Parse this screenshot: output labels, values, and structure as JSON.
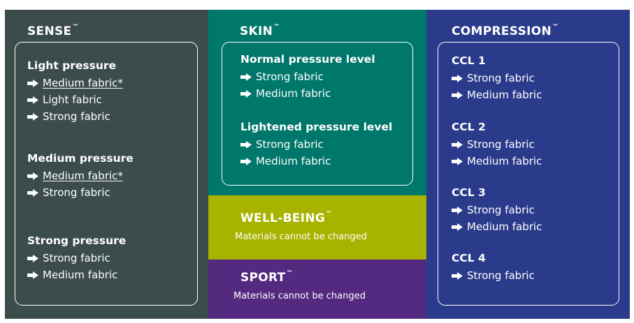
{
  "sense": {
    "title": "SENSE",
    "tm": "™",
    "groups": [
      {
        "title": "Light pressure",
        "items": [
          {
            "label": "Medium fabric*",
            "underlined": true
          },
          {
            "label": "Light fabric"
          },
          {
            "label": "Strong fabric"
          }
        ]
      },
      {
        "title": "Medium pressure",
        "items": [
          {
            "label": "Medium fabric*",
            "underlined": true
          },
          {
            "label": "Strong fabric"
          }
        ]
      },
      {
        "title": "Strong pressure",
        "items": [
          {
            "label": "Strong fabric"
          },
          {
            "label": "Medium fabric"
          }
        ]
      }
    ]
  },
  "skin": {
    "title": "SKIN",
    "tm": "™",
    "groups": [
      {
        "title": "Normal pressure level",
        "items": [
          {
            "label": "Strong fabric"
          },
          {
            "label": "Medium fabric"
          }
        ]
      },
      {
        "title": "Lightened pressure level",
        "items": [
          {
            "label": "Strong fabric"
          },
          {
            "label": "Medium fabric"
          }
        ]
      }
    ]
  },
  "wellbeing": {
    "title": "WELL-BEING",
    "tm": "™",
    "note": "Materials cannot be changed"
  },
  "sport": {
    "title": "SPORT",
    "tm": "™",
    "note": "Materials cannot be changed"
  },
  "compression": {
    "title": "COMPRESSION",
    "tm": "™",
    "groups": [
      {
        "title": "CCL 1",
        "items": [
          {
            "label": "Strong fabric"
          },
          {
            "label": "Medium fabric"
          }
        ]
      },
      {
        "title": "CCL 2",
        "items": [
          {
            "label": "Strong fabric"
          },
          {
            "label": "Medium fabric"
          }
        ]
      },
      {
        "title": "CCL 3",
        "items": [
          {
            "label": "Strong fabric"
          },
          {
            "label": "Medium fabric"
          }
        ]
      },
      {
        "title": "CCL 4",
        "items": [
          {
            "label": "Strong fabric"
          }
        ]
      }
    ]
  },
  "colors": {
    "sense": "#3b4c4b",
    "skin": "#00776b",
    "wellbeing": "#a8b300",
    "sport": "#542a80",
    "compression": "#2a3b8b"
  },
  "icons": {
    "bullet": "arrow-right-icon"
  }
}
